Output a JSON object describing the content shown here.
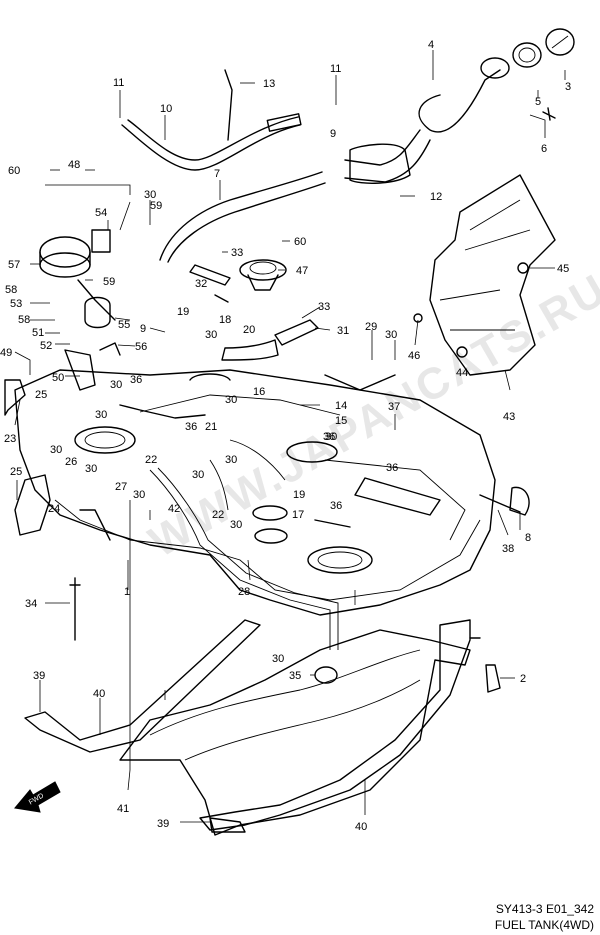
{
  "diagram": {
    "code": "SY413-3 E01_342",
    "title": "FUEL TANK(4WD)",
    "watermark": "WWW.JAPANCATS.RU",
    "fwd_label": "FWD",
    "callouts": [
      "1",
      "2",
      "3",
      "4",
      "5",
      "6",
      "7",
      "8",
      "9",
      "10",
      "11",
      "12",
      "13",
      "14",
      "15",
      "16",
      "17",
      "18",
      "19",
      "20",
      "21",
      "22",
      "23",
      "24",
      "25",
      "26",
      "27",
      "28",
      "29",
      "30",
      "31",
      "32",
      "33",
      "34",
      "35",
      "36",
      "37",
      "38",
      "39",
      "40",
      "41",
      "42",
      "43",
      "44",
      "45",
      "46",
      "47",
      "48",
      "49",
      "50",
      "51",
      "52",
      "53",
      "54",
      "55",
      "56",
      "57",
      "58",
      "59",
      "60"
    ]
  }
}
